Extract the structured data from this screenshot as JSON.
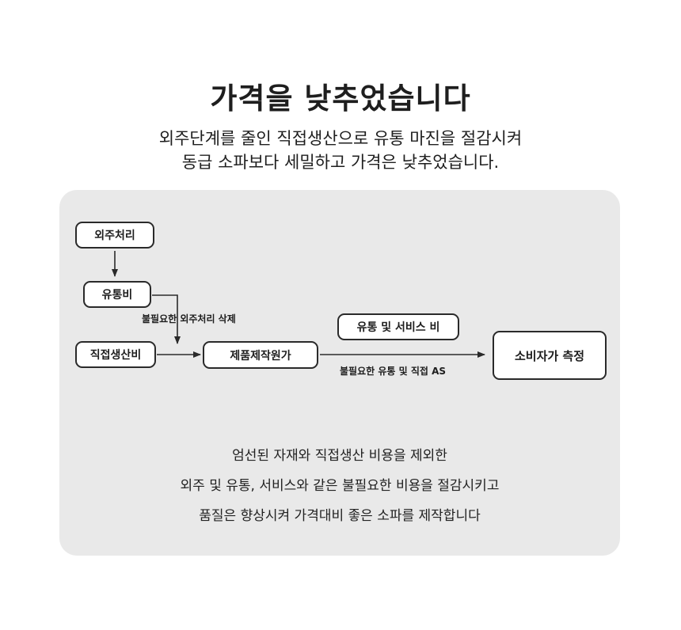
{
  "header": {
    "title": "가격을 낮추었습니다",
    "subtitle_lines": [
      "외주단계를 줄인 직접생산으로 유통 마진을 절감시켜",
      "동급 소파보다 세밀하고 가격은 낮추었습니다."
    ]
  },
  "diagram": {
    "nodes": {
      "outsourcing": "외주처리",
      "distribution_cost": "유통비",
      "direct_production_cost": "직접생산비",
      "manufacturing_cost": "제품제작원가",
      "distribution_service_cost": "유통 및 서비스 비",
      "consumer_price": "소비자가 측정"
    },
    "edge_labels": {
      "remove_outsourcing": "불필요한 외주처리 삭제",
      "remove_distribution": "불필요한 유통 및 직접 AS"
    }
  },
  "description": {
    "lines": [
      "엄선된 자재와 직접생산 비용을 제외한",
      "외주 및 유통, 서비스와 같은 불필요한 비용을 절감시키고",
      "품질은 향상시켜 가격대비 좋은 소파를 제작합니다"
    ]
  },
  "colors": {
    "panel_background": "#e9e9e9",
    "node_border": "#2a2a2a",
    "text": "#1e1e1e"
  }
}
